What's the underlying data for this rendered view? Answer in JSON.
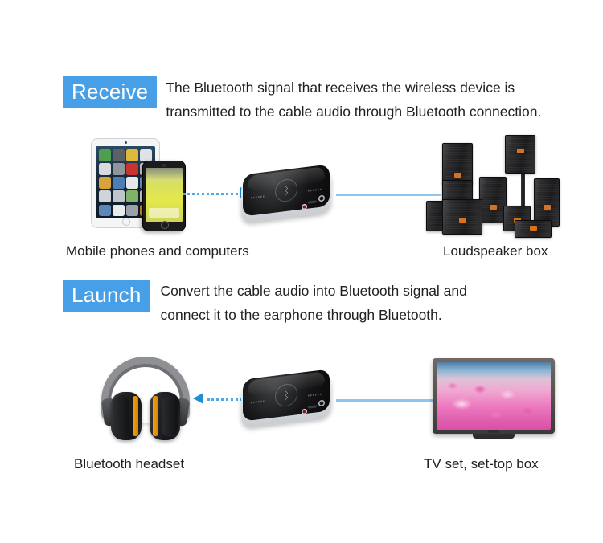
{
  "page": {
    "background_color": "#ffffff",
    "accent_color": "#479fe8",
    "line_color": "#4da8e8",
    "arrow_color": "#1f8ed6"
  },
  "sections": {
    "receive": {
      "badge_label": "Receive",
      "description": "The Bluetooth signal that receives the wireless device is\ntransmitted to the cable audio through Bluetooth connection.",
      "source_caption": "Mobile phones and computers",
      "target_caption": "Loudspeaker box"
    },
    "launch": {
      "badge_label": "Launch",
      "description": "Convert the cable audio into Bluetooth signal and\nconnect it to the earphone through Bluetooth.",
      "source_caption": "Bluetooth headset",
      "target_caption": "TV set, set-top box"
    }
  },
  "icons": {
    "bluetooth": "ᛒ"
  }
}
